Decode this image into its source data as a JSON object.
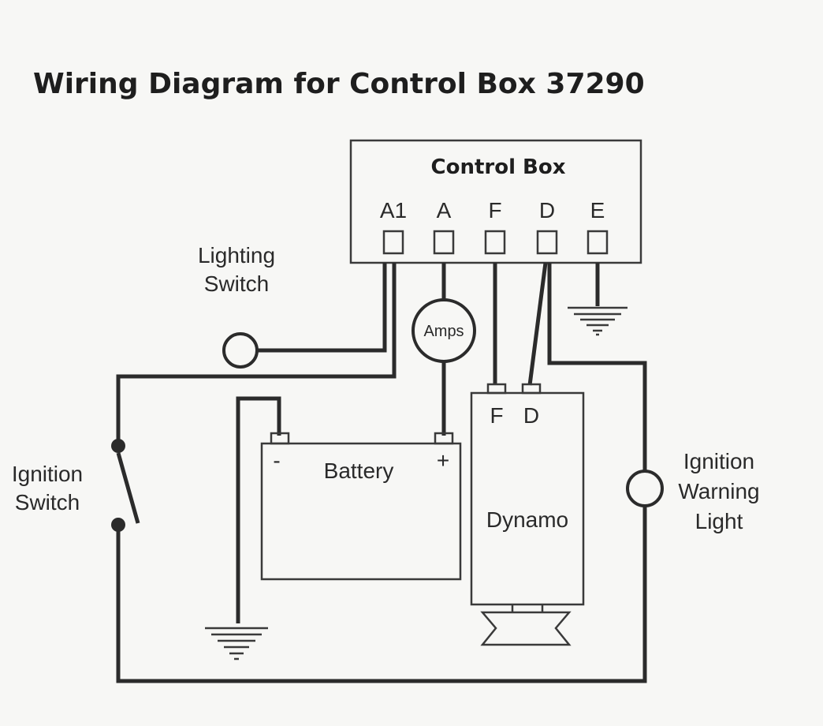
{
  "title": "Wiring Diagram for Control Box 37290",
  "control_box": {
    "title": "Control Box",
    "terminals": [
      "A1",
      "A",
      "F",
      "D",
      "E"
    ]
  },
  "labels": {
    "lighting_switch": [
      "Lighting",
      "Switch"
    ],
    "ignition_switch": [
      "Ignition",
      "Switch"
    ],
    "ignition_warning_light": [
      "Ignition",
      "Warning",
      "Light"
    ],
    "amps": "Amps",
    "battery": "Battery",
    "battery_neg": "-",
    "battery_pos": "+",
    "dynamo": "Dynamo",
    "dynamo_f": "F",
    "dynamo_d": "D"
  }
}
